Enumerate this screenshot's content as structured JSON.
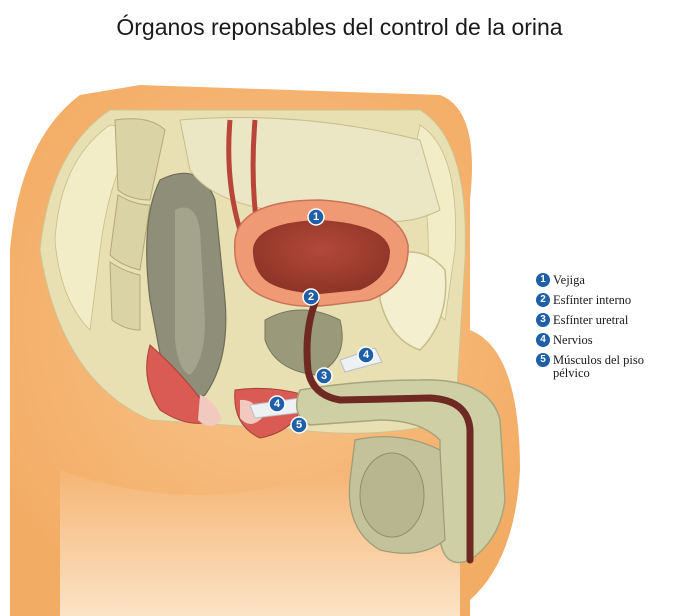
{
  "title": "Órganos reponsables del control de la orina",
  "legend": [
    {
      "number": "1",
      "label": "Vejiga"
    },
    {
      "number": "2",
      "label": "Esfínter interno"
    },
    {
      "number": "3",
      "label": "Esfínter uretral"
    },
    {
      "number": "4",
      "label": "Nervios"
    },
    {
      "number": "5",
      "label": "Músculos del piso pélvico"
    }
  ],
  "markers": [
    "1",
    "2",
    "3",
    "4",
    "4",
    "5"
  ],
  "colors": {
    "skin": "#f6b979",
    "bladder_wall": "#ef9a74",
    "bladder_interior": "#a84638",
    "urethra": "#6e2a22",
    "bone": "#e9e3b8",
    "intestine": "#8f8e78",
    "marker": "#1f5fa8"
  }
}
